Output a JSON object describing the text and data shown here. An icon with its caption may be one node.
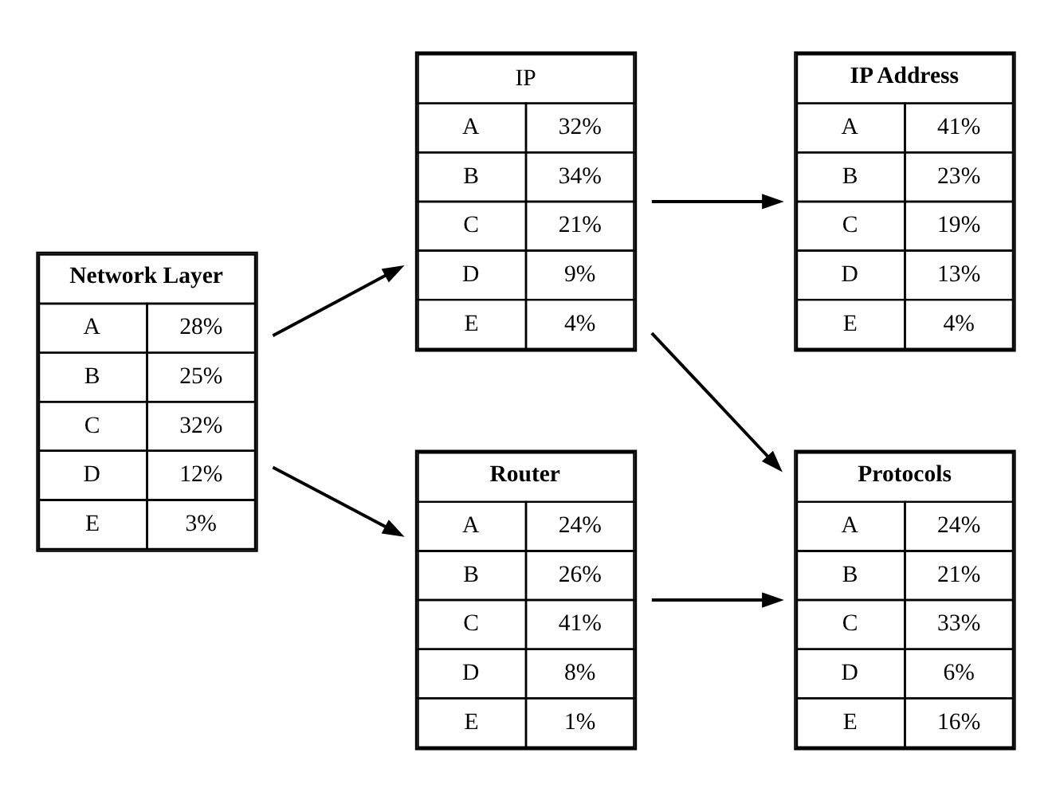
{
  "diagram": {
    "nodes": [
      {
        "text": [
          "Network Layer",
          "A",
          "28%",
          "B",
          "25%",
          "C",
          "32%",
          "D",
          "12%",
          "E",
          "3%"
        ]
      },
      {
        "text": [
          "IP",
          "A",
          "32%",
          "B",
          "34%",
          "C",
          "21%",
          "D",
          "9%",
          "E",
          "4%"
        ]
      },
      {
        "text": [
          "Router",
          "A",
          "24%",
          "B",
          "26%",
          "C",
          "41%",
          "D",
          "8%",
          "E",
          "1%"
        ]
      },
      {
        "text": [
          "IP Address",
          "A",
          "41%",
          "B",
          "23%",
          "C",
          "19%",
          "D",
          "13%",
          "E",
          "4%"
        ]
      },
      {
        "text": [
          "Protocols",
          "A",
          "24%",
          "B",
          "21%",
          "C",
          "33%",
          "D",
          "6%",
          "E",
          "16%"
        ]
      }
    ],
    "edges": [
      {
        "from": 0,
        "to": 1,
        "arrow": "to"
      },
      {
        "from": 0,
        "to": 2,
        "arrow": "to"
      },
      {
        "from": 1,
        "to": 3,
        "arrow": "to"
      },
      {
        "from": 1,
        "to": 4,
        "arrow": "to"
      },
      {
        "from": 2,
        "to": 4,
        "arrow": "to"
      }
    ]
  }
}
